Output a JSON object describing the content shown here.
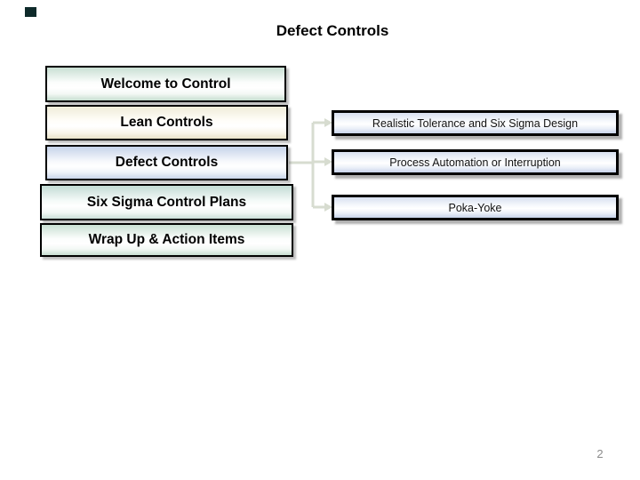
{
  "slide": {
    "title": "Defect Controls",
    "page_number": "2"
  },
  "menu": {
    "items": [
      {
        "label": "Welcome to Control"
      },
      {
        "label": "Lean Controls"
      },
      {
        "label": "Defect Controls"
      },
      {
        "label": "Six Sigma Control Plans"
      },
      {
        "label": "Wrap Up & Action Items"
      }
    ]
  },
  "submenu": {
    "items": [
      {
        "label": "Realistic Tolerance and Six Sigma Design"
      },
      {
        "label": "Process Automation or Interruption"
      },
      {
        "label": "Poka-Yoke"
      }
    ]
  },
  "colors": {
    "green_top": "#c9dfd3",
    "green_bottom": "#c6ddd0",
    "cream_top": "#f0ecd9",
    "cream_bottom": "#e9e2c9",
    "blue_top": "#c6d3e9",
    "blue_bottom": "#c9d5ea",
    "teal_top": "#c3dbd5",
    "teal_bottom": "#cadfd7",
    "rblue_top": "#d8e0f0",
    "rblue_bottom": "#c7d3e9",
    "connector": "#d7dcd0",
    "border": "#000000",
    "logo": "#0e2a2a",
    "page_number": "#8a8a8a"
  }
}
